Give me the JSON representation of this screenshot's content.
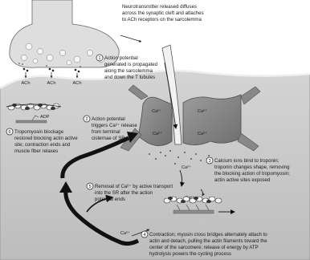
{
  "top_note": [
    "Neurotransmitter released diffuses",
    "across the synaptic cleft and attaches",
    "to ACh receptors on the sarcolemma"
  ],
  "ach_labels": [
    "ACh",
    "ACh",
    "ACh"
  ],
  "step1": [
    "Action potential",
    "generated is propagated",
    "along the sarcolemma",
    "and down the T tubules"
  ],
  "step2": [
    "Action potential",
    "triggers Ca²⁺ release",
    "from terminal",
    "cisternae of SR"
  ],
  "step3": [
    "Calcium ions bind to troponin;",
    "troponin changes shape, removing",
    "the blocking action of tropomyosin;",
    "actin active sites exposed"
  ],
  "step4": [
    "Contraction; myosin cross bridges alternately attach to",
    "actin and detach, pulling the actin filaments toward the",
    "center of the sarcomere; release of energy by ATP",
    "hydrolysis powers the cycling process"
  ],
  "step5": [
    "Removal of Ca²⁺ by active transport",
    "into the SR after the action",
    "potential ends"
  ],
  "step6": [
    "Tropomyosin blockage",
    "restored blocking actin active",
    "site; contraction ends and",
    "muscle fiber relaxes"
  ],
  "step_numbers": [
    "1",
    "2",
    "3",
    "4",
    "5",
    "6"
  ],
  "adp_label": "ADP",
  "ca_labels": [
    "Ca²⁺",
    "Ca²⁺",
    "Ca²⁺",
    "Ca²⁺",
    "Ca²⁺",
    "Ca²⁺",
    "Ca²⁺"
  ]
}
